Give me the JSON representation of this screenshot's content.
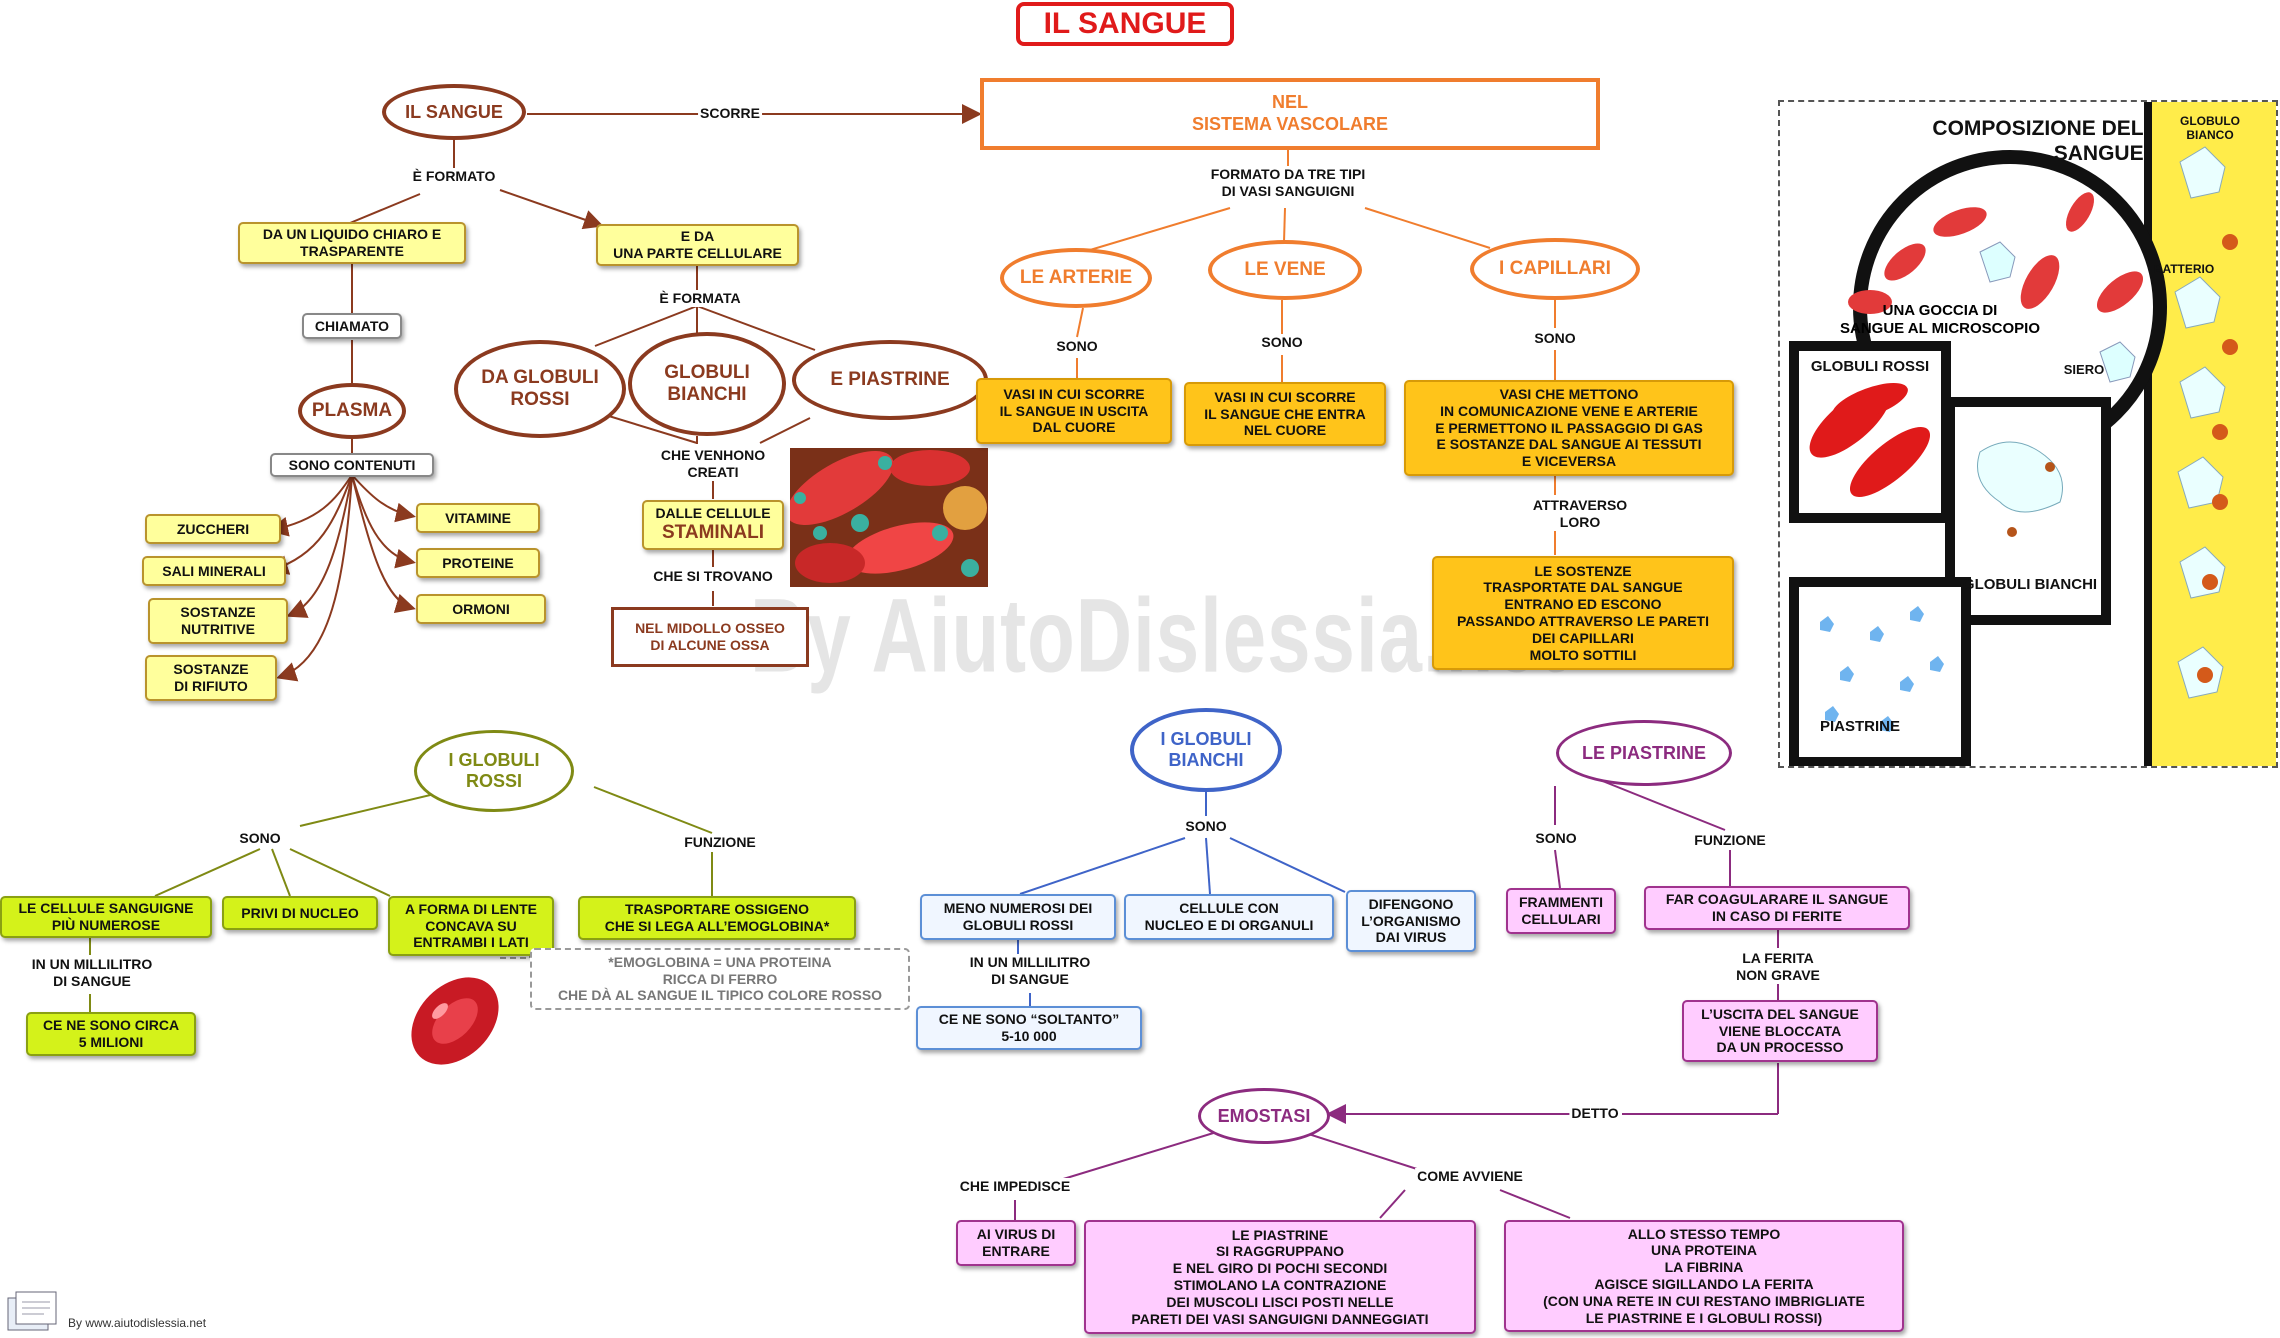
{
  "title": "IL SANGUE",
  "watermark": "By AiutoDislessia.net",
  "footer": "By www.aiutodislessia.net",
  "top": {
    "sangue": "IL SANGUE",
    "scorre": "SCORRE",
    "sistema": "NEL\nSISTEMA VASCOLARE",
    "formato_tipi": "FORMATO DA TRE TIPI\nDI VASI SANGUIGNI",
    "e_formato": "È FORMATO",
    "liquido": "DA UN LIQUIDO CHIARO E\nTRASPARENTE",
    "parte_cellulare": "E  DA\nUNA PARTE CELLULARE",
    "chiamato": "CHIAMATO",
    "plasma": "PLASMA",
    "sono_contenuti": "SONO CONTENUTI",
    "e_formata": "È FORMATA",
    "globuli_rossi": "DA GLOBULI\nROSSI",
    "globuli_bianchi": "GLOBULI\nBIANCHI",
    "piastrine": "E PIASTRINE",
    "che_vengono": "CHE VENHONO\nCREATI",
    "cellule_staminali_1": "DALLE CELLULE",
    "cellule_staminali_2": "STAMINALI",
    "che_si_trovano": "CHE SI TROVANO",
    "midollo": "NEL  MIDOLLO OSSEO\nDI ALCUNE OSSA",
    "plasma_items": [
      "ZUCCHERI",
      "SALI MINERALI",
      "SOSTANZE\nNUTRITIVE",
      "SOSTANZE\nDI RIFIUTO",
      "VITAMINE",
      "PROTEINE",
      "ORMONI"
    ]
  },
  "vessels": {
    "arterie": "LE  ARTERIE",
    "vene": "LE VENE",
    "capillari": "I CAPILLARI",
    "sono": "SONO",
    "arterie_desc": "VASI IN CUI SCORRE\nIL SANGUE IN USCITA\nDAL CUORE",
    "vene_desc": "VASI IN CUI SCORRE\nIL SANGUE CHE ENTRA\nNEL CUORE",
    "capillari_desc": "VASI CHE METTONO\nIN COMUNICAZIONE VENE E ARTERIE\nE PERMETTONO IL PASSAGGIO DI GAS\nE SOSTANZE DAL SANGUE AI TESSUTI\nE VICEVERSA",
    "attraverso": "ATTRAVERSO\nLORO",
    "sostanze_desc": "LE SOSTENZE\nTRASPORTATE DAL SANGUE\nENTRANO ED ESCONO\nPASSANDO ATTRAVERSO LE PARETI\nDEI CAPILLARI\nMOLTO SOTTILI"
  },
  "red": {
    "title": "I  GLOBULI\nROSSI",
    "sono": "SONO",
    "funzione": "FUNZIONE",
    "cellule": "LE CELLULE SANGUIGNE\nPIÙ NUMEROSE",
    "nucleo": "PRIVI DI NUCLEO",
    "lente": "A FORMA DI LENTE\nCONCAVA SU\nENTRAMBI I LATI",
    "trasportare": "TRASPORTARE OSSIGENO\nCHE SI LEGA  ALL’EMOGLOBINA*",
    "millilitro": "IN UN MILLILITRO\nDI SANGUE",
    "milioni": "CE NE SONO CIRCA\n5 MILIONI",
    "emoglobina": "*EMOGLOBINA = UNA PROTEINA\nRICCA DI FERRO\nCHE DÀ AL SANGUE IL TIPICO COLORE ROSSO"
  },
  "white": {
    "title": "I GLOBULI\nBIANCHI",
    "sono": "SONO",
    "meno": "MENO NUMEROSI DEI\nGLOBULI ROSSI",
    "cellule": "CELLULE CON\nNUCLEO E DI ORGANULI",
    "difendono": "DIFENGONO\nL’ORGANISMO\nDAI VIRUS",
    "millilitro": "IN UN MILLILITRO\nDI SANGUE",
    "soltanto": "CE NE SONO “SOLTANTO”\n5-10 000"
  },
  "platelets": {
    "title": "LE PIASTRINE",
    "sono": "SONO",
    "funzione": "FUNZIONE",
    "frammenti": "FRAMMENTI\nCELLULARI",
    "coagulare": "FAR COAGULARARE IL SANGUE\nIN CASO DI FERITE",
    "ferita": "LA FERITA\nNON GRAVE",
    "uscita": "L’USCITA DEL SANGUE\nVIENE BLOCCATA\nDA UN PROCESSO",
    "detto": "DETTO",
    "emostasi": "EMOSTASI",
    "impedisce": "CHE IMPEDISCE",
    "come": "COME AVVIENE",
    "virus": "AI VIRUS DI\nENTRARE",
    "raggruppano": "LE PIASTRINE\nSI RAGGRUPPANO\nE NEL GIRO DI POCHI SECONDI\nSTIMOLANO LA CONTRAZIONE\nDEI MUSCOLI LISCI POSTI NELLE\nPARETI  DEI  VASI  SANGUIGNI  DANNEGGIATI",
    "fibrina": "ALLO STESSO TEMPO\nUNA PROTEINA\nLA  FIBRINA\nAGISCE SIGILLANDO LA FERITA\n(CON UNA RETE IN CUI RESTANO IMBRIGLIATE\nLE PIASTRINE E I GLOBULI ROSSI)"
  },
  "panel": {
    "title": "COMPOSIZIONE DEL\nSANGUE",
    "goccia": "UNA GOCCIA DI\nSANGUE AL MICROSCOPIO",
    "siero": "SIERO",
    "rossi": "GLOBULI ROSSI",
    "bianchi": "GLOBULI BIANCHI",
    "piastrine": "PIASTRINE",
    "globulo_bianco": "GLOBULO\nBIANCO",
    "batterio": "BATTERIO"
  }
}
